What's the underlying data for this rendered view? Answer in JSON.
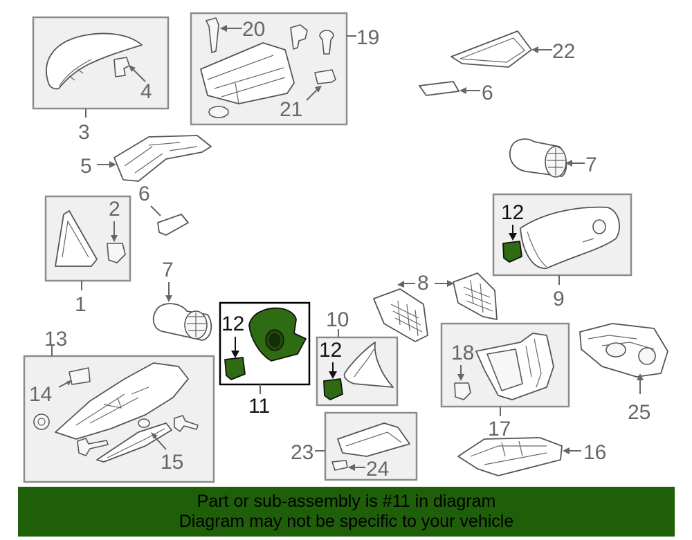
{
  "callouts": {
    "c1": "1",
    "c2": "2",
    "c3": "3",
    "c4": "4",
    "c5": "5",
    "c6a": "6",
    "c6b": "6",
    "c7a": "7",
    "c7b": "7",
    "c8": "8",
    "c9": "9",
    "c10": "10",
    "c11": "11",
    "c12a": "12",
    "c12b": "12",
    "c12c": "12",
    "c13": "13",
    "c14": "14",
    "c15": "15",
    "c16": "16",
    "c17": "17",
    "c18": "18",
    "c19": "19",
    "c20": "20",
    "c21": "21",
    "c22": "22",
    "c23": "23",
    "c24": "24",
    "c25": "25"
  },
  "footer": {
    "line1": "Part or sub-assembly is #11 in diagram",
    "line2": "Diagram may not be specific to your vehicle"
  },
  "colors": {
    "highlight_part": "#2f6b12",
    "footer_background": "#1f5f0a",
    "box_fill": "#f0f0f0"
  }
}
